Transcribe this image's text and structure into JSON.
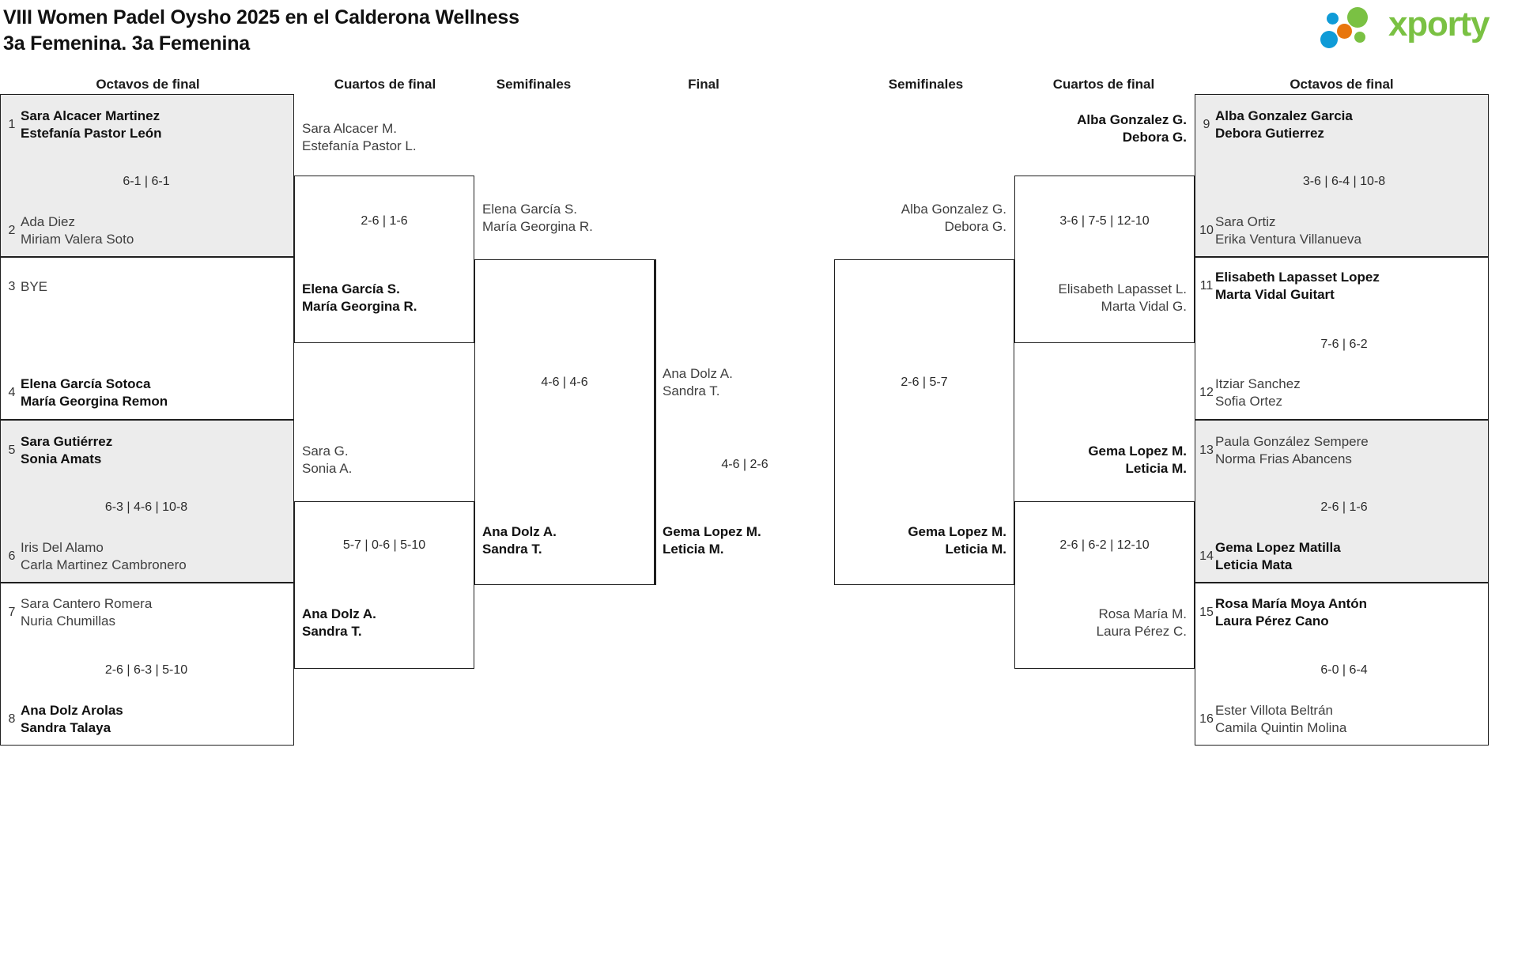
{
  "header": {
    "title": "VIII Women Padel Oysho 2025 en el Calderona Wellness\n3a Femenina. 3a Femenina",
    "logo_text": "xporty",
    "logo_colors": {
      "blue": "#0f9bd7",
      "orange": "#e8760c",
      "green": "#7ac143"
    }
  },
  "round_labels": {
    "l_r16": "Octavos de final",
    "l_qf": "Cuartos de final",
    "l_sf": "Semifinales",
    "final": "Final",
    "r_sf": "Semifinales",
    "r_qf": "Cuartos de final",
    "r_r16": "Octavos de final"
  },
  "left_r16": [
    {
      "seed": "1",
      "p1": "Sara Alcacer Martinez",
      "p2": "Estefanía Pastor León",
      "winner": true
    },
    {
      "seed": "2",
      "p1": "Ada Diez",
      "p2": "Miriam Valera Soto",
      "winner": false
    },
    {
      "seed": "3",
      "p1": "BYE",
      "p2": "",
      "winner": false
    },
    {
      "seed": "4",
      "p1": "Elena García Sotoca",
      "p2": "María Georgina Remon",
      "winner": true
    },
    {
      "seed": "5",
      "p1": "Sara Gutiérrez",
      "p2": "Sonia Amats",
      "winner": true
    },
    {
      "seed": "6",
      "p1": "Iris Del Alamo",
      "p2": "Carla Martinez Cambronero",
      "winner": false
    },
    {
      "seed": "7",
      "p1": "Sara Cantero Romera",
      "p2": "Nuria Chumillas",
      "winner": false
    },
    {
      "seed": "8",
      "p1": "Ana Dolz Arolas",
      "p2": "Sandra Talaya",
      "winner": true
    }
  ],
  "left_r16_scores": {
    "m1": "6-1 | 6-1",
    "m2": "",
    "m3": "6-3 | 4-6 | 10-8",
    "m4": "2-6 | 6-3 | 5-10"
  },
  "right_r16": [
    {
      "seed": "9",
      "p1": "Alba Gonzalez Garcia",
      "p2": "Debora Gutierrez",
      "winner": true
    },
    {
      "seed": "10",
      "p1": "Sara Ortiz",
      "p2": "Erika Ventura Villanueva",
      "winner": false
    },
    {
      "seed": "11",
      "p1": "Elisabeth Lapasset Lopez",
      "p2": "Marta Vidal Guitart",
      "winner": true
    },
    {
      "seed": "12",
      "p1": "Itziar Sanchez",
      "p2": "Sofia Ortez",
      "winner": false
    },
    {
      "seed": "13",
      "p1": "Paula González Sempere",
      "p2": "Norma Frias Abancens",
      "winner": false
    },
    {
      "seed": "14",
      "p1": "Gema Lopez Matilla",
      "p2": "Leticia Mata",
      "winner": true
    },
    {
      "seed": "15",
      "p1": "Rosa María Moya Antón",
      "p2": "Laura Pérez Cano",
      "winner": true
    },
    {
      "seed": "16",
      "p1": "Ester Villota Beltrán",
      "p2": "Camila Quintin Molina",
      "winner": false
    }
  ],
  "right_r16_scores": {
    "m1": "3-6 | 6-4 | 10-8",
    "m2": "7-6 | 6-2",
    "m3": "2-6 | 1-6",
    "m4": "6-0 | 6-4"
  },
  "left_qf": {
    "m1_top": {
      "p1": "Sara Alcacer M.",
      "p2": "Estefanía Pastor L.",
      "winner": false
    },
    "m1_bottom": {
      "p1": "Elena García S.",
      "p2": "María Georgina R.",
      "winner": true
    },
    "m1_score": "2-6 | 1-6",
    "m2_top": {
      "p1": "Sara G.",
      "p2": "Sonia A.",
      "winner": false
    },
    "m2_bottom": {
      "p1": "Ana Dolz A.",
      "p2": "Sandra T.",
      "winner": true
    },
    "m2_score": "5-7 | 0-6 | 5-10"
  },
  "left_sf": {
    "top": {
      "p1": "Elena García S.",
      "p2": "María Georgina R.",
      "winner": false
    },
    "bottom": {
      "p1": "Ana Dolz A.",
      "p2": "Sandra T.",
      "winner": true
    },
    "score": "4-6 | 4-6"
  },
  "final": {
    "top": {
      "p1": "Ana Dolz A.",
      "p2": "Sandra T.",
      "winner": false
    },
    "bottom": {
      "p1": "Gema Lopez M.",
      "p2": "Leticia M.",
      "winner": true
    },
    "score": "4-6 | 2-6"
  },
  "right_sf": {
    "top": {
      "p1": "Alba Gonzalez G.",
      "p2": "Debora G.",
      "winner": false
    },
    "bottom": {
      "p1": "Gema Lopez M.",
      "p2": "Leticia M.",
      "winner": true
    },
    "score": "2-6 | 5-7"
  },
  "right_qf": {
    "m1_top": {
      "p1": "Alba Gonzalez G.",
      "p2": "Debora G.",
      "winner": true
    },
    "m1_bottom": {
      "p1": "Elisabeth Lapasset L.",
      "p2": "Marta Vidal G.",
      "winner": false
    },
    "m1_score": "3-6 | 7-5 | 12-10",
    "m2_top": {
      "p1": "Gema Lopez M.",
      "p2": "Leticia M.",
      "winner": true
    },
    "m2_bottom": {
      "p1": "Rosa María M.",
      "p2": "Laura Pérez C.",
      "winner": false
    },
    "m2_score": "2-6 | 6-2 | 12-10"
  }
}
